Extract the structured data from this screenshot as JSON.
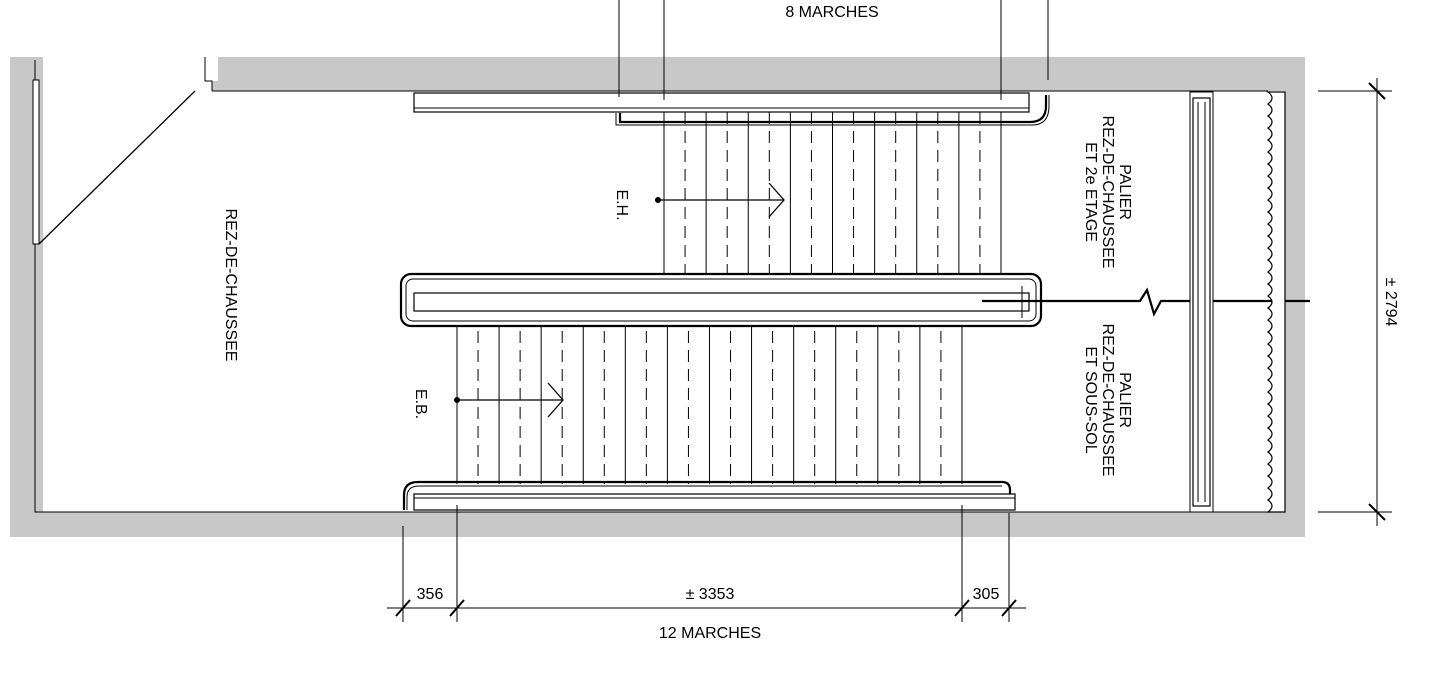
{
  "labels": {
    "rez_de_chaussee": "REZ-DE-CHAUSSEE",
    "palier_haut": [
      "PALIER",
      "REZ-DE-CHAUSSEE",
      "ET 2e ETAGE"
    ],
    "palier_bas": [
      "PALIER",
      "REZ-DE-CHAUSSEE",
      "ET SOUS-SOL"
    ],
    "eh": "E.H.",
    "eb": "E.B."
  },
  "dimensions": {
    "top_marches": "8 MARCHES",
    "bottom_marches": "12 MARCHES",
    "d356": "356",
    "d3353": "± 3353",
    "d305": "305",
    "d2794": "± 2794"
  }
}
